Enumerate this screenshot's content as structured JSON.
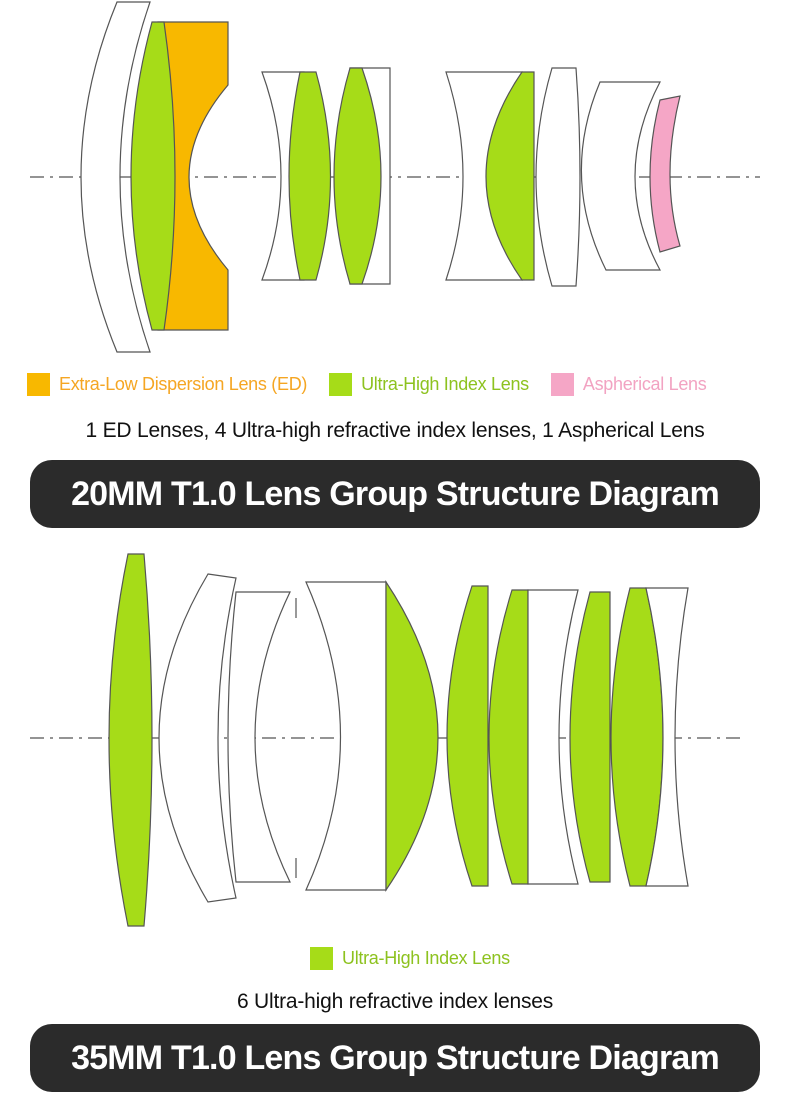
{
  "colors": {
    "ed": "#F8B800",
    "ultra_high": "#A6DC18",
    "aspherical": "#F5A6C6",
    "banner": "#2B2B2B",
    "lens_outline": "#555555"
  },
  "lens20": {
    "legend": [
      {
        "key": "ed",
        "label": "Extra-Low Dispersion Lens (ED)",
        "text_color": "#F5A623"
      },
      {
        "key": "ultra_high",
        "label": "Ultra-High Index Lens",
        "text_color": "#8DC21F"
      },
      {
        "key": "aspherical",
        "label": "Aspherical Lens",
        "text_color": "#F2A3C2"
      }
    ],
    "caption": "1 ED Lenses, 4 Ultra-high refractive index lenses, 1 Aspherical Lens",
    "title": "20MM T1.0 Lens Group Structure Diagram"
  },
  "lens35": {
    "legend": [
      {
        "key": "ultra_high",
        "label": "Ultra-High Index Lens",
        "text_color": "#8DC21F"
      }
    ],
    "caption": "6 Ultra-high refractive index lenses",
    "title": "35MM T1.0 Lens Group Structure Diagram"
  }
}
